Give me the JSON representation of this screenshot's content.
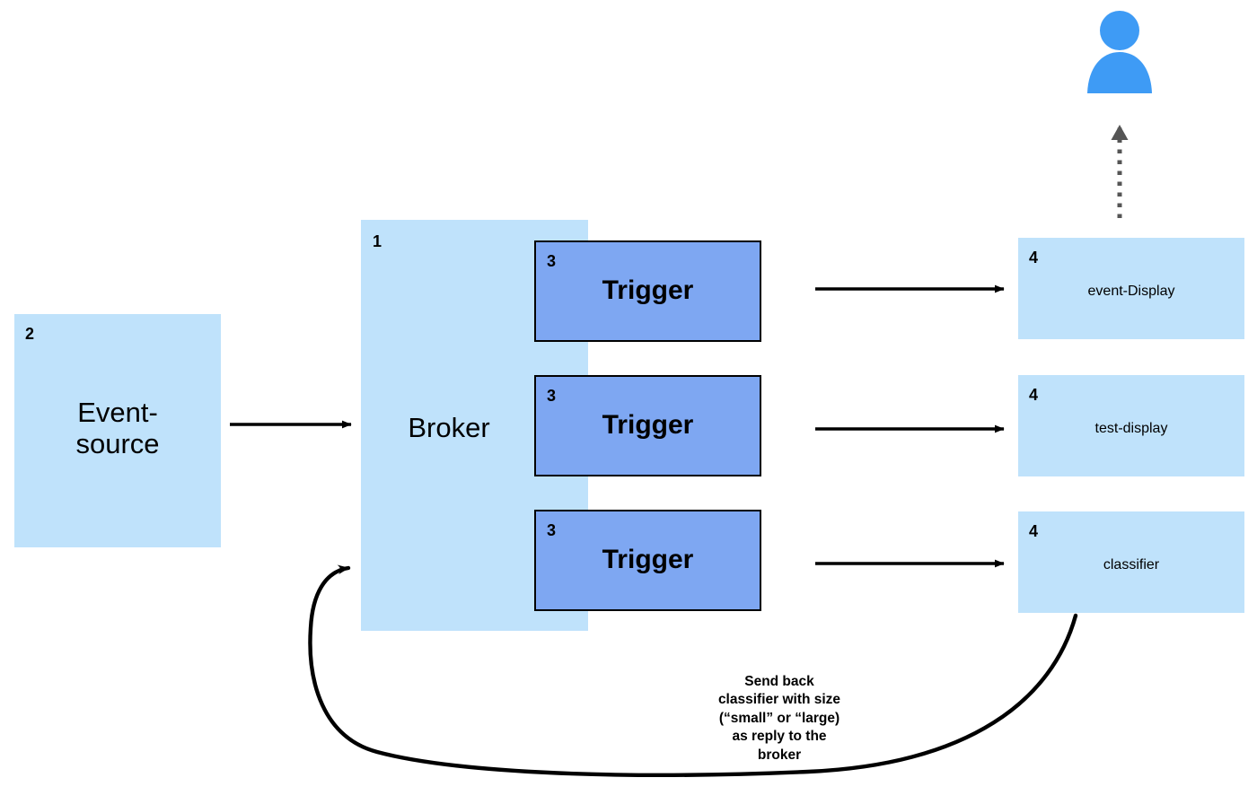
{
  "diagram": {
    "title": "Knative Eventing Broker and Trigger flow",
    "colors": {
      "light_blue": "#bfe2fb",
      "trigger_blue": "#7ea7f2",
      "person_blue": "#3e9bf5",
      "arrow_black": "#000000",
      "dotted_arrow_gray": "#555555"
    },
    "nodes": {
      "broker": {
        "number": "1",
        "label": "Broker"
      },
      "event_source": {
        "number": "2",
        "label": "Event-\nsource",
        "line1": "Event-",
        "line2": "source"
      },
      "triggers": [
        {
          "number": "3",
          "label": "Trigger"
        },
        {
          "number": "3",
          "label": "Trigger"
        },
        {
          "number": "3",
          "label": "Trigger"
        }
      ],
      "sinks": [
        {
          "number": "4",
          "label": "event-Display"
        },
        {
          "number": "4",
          "label": "test-display"
        },
        {
          "number": "4",
          "label": "classifier"
        }
      ]
    },
    "annotations": {
      "return_note": "Send back\nclassifier with size\n(“small” or “large)\nas reply to the\nbroker"
    },
    "icons": {
      "person": "user-icon",
      "dotted_arrow": "dotted-arrow-up-icon"
    }
  }
}
